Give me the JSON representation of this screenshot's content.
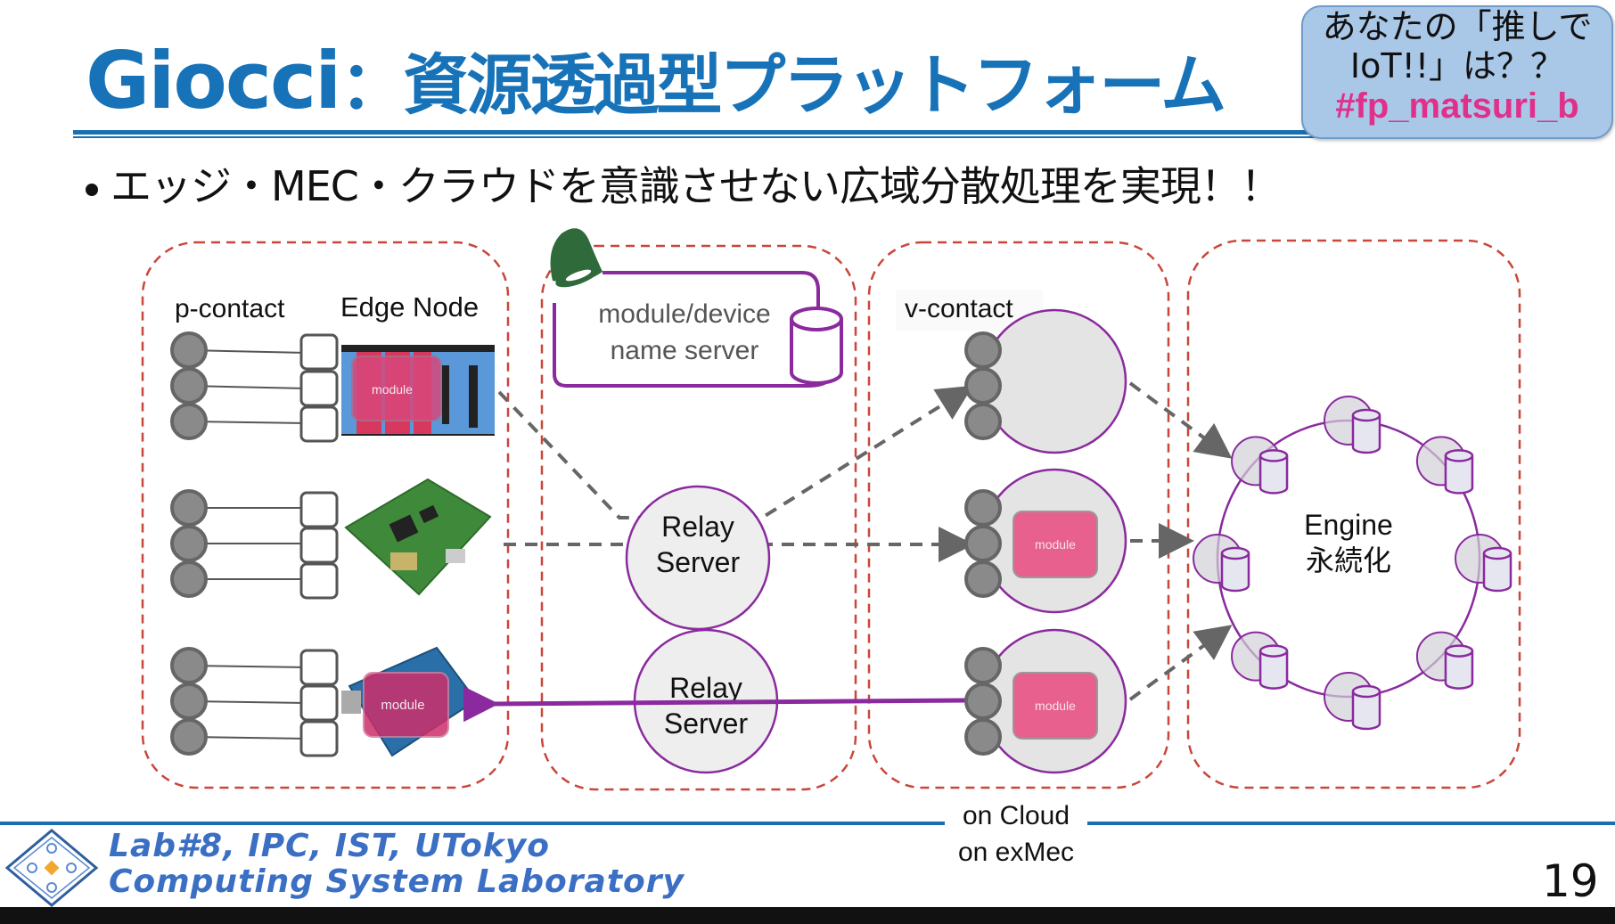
{
  "slide": {
    "title_latin": "Giocci",
    "title_sep": "：",
    "title_jp": "資源透過型プラットフォーム",
    "hashtag_box": {
      "line1": "あなたの「推しで",
      "line2": "IoT!!」は？？",
      "line3": "#fp_matsuri_b"
    },
    "bullet": "エッジ・MEC・クラウドを意識させない広域分散処理を実現！！",
    "page_number": "19"
  },
  "diagram": {
    "labels": {
      "p_contact": "p-contact",
      "edge_node": "Edge Node",
      "name_server_line1": "module/device",
      "name_server_line2": "name server",
      "v_contact": "v-contact",
      "relay_1_line1": "Relay",
      "relay_1_line2": "Server",
      "relay_2_line1": "Relay",
      "relay_2_line2": "Server",
      "engine_line1": "Engine",
      "engine_line2": "永続化",
      "module": "module",
      "on_cloud": "on Cloud",
      "on_exmec": "on exMec"
    },
    "devices": [
      "PLC rack",
      "single-board computer",
      "Arduino board"
    ],
    "colors": {
      "panel_border": "#c9473a",
      "purple": "#8a2a9e",
      "contact_gray": "#8a8a8a",
      "module_pink": "#e8608e",
      "bell_green": "#2f6b3a",
      "dashed_arrow": "#666666"
    }
  },
  "footer": {
    "lab_line1": "Lab#8, IPC, IST, UTokyo",
    "lab_line2": "Computing System Laboratory"
  }
}
